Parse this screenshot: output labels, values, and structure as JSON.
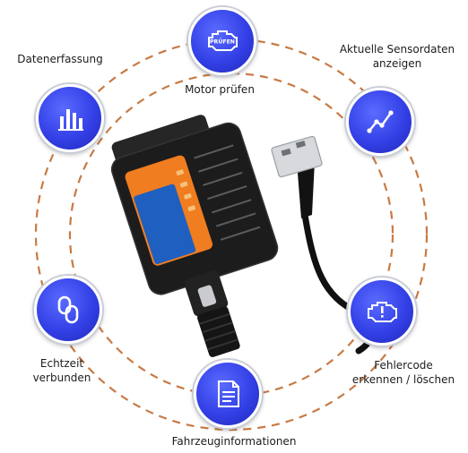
{
  "features": [
    {
      "key": "engine",
      "label": "Motor prüfen",
      "icon": "check-engine-icon",
      "icon_text": "PRÜFEN"
    },
    {
      "key": "sensor",
      "label": "Aktuelle Sensordaten\nanzeigen",
      "icon": "line-chart-icon"
    },
    {
      "key": "errors",
      "label": "Fehlercode\nerkennen / löschen",
      "icon": "engine-warning-icon"
    },
    {
      "key": "vehicle",
      "label": "Fahrzeuginformationen",
      "icon": "document-icon"
    },
    {
      "key": "realtime",
      "label": "Echtzeit\nverbunden",
      "icon": "chain-link-icon"
    },
    {
      "key": "logging",
      "label": "Datenerfassung",
      "icon": "bar-chart-icon"
    }
  ],
  "colors": {
    "badge": "#3340e6",
    "ring": "#c87a45",
    "device_body": "#1c1c1c",
    "label_panel": "#f07d1f",
    "label_blue": "#1f5fbf"
  }
}
